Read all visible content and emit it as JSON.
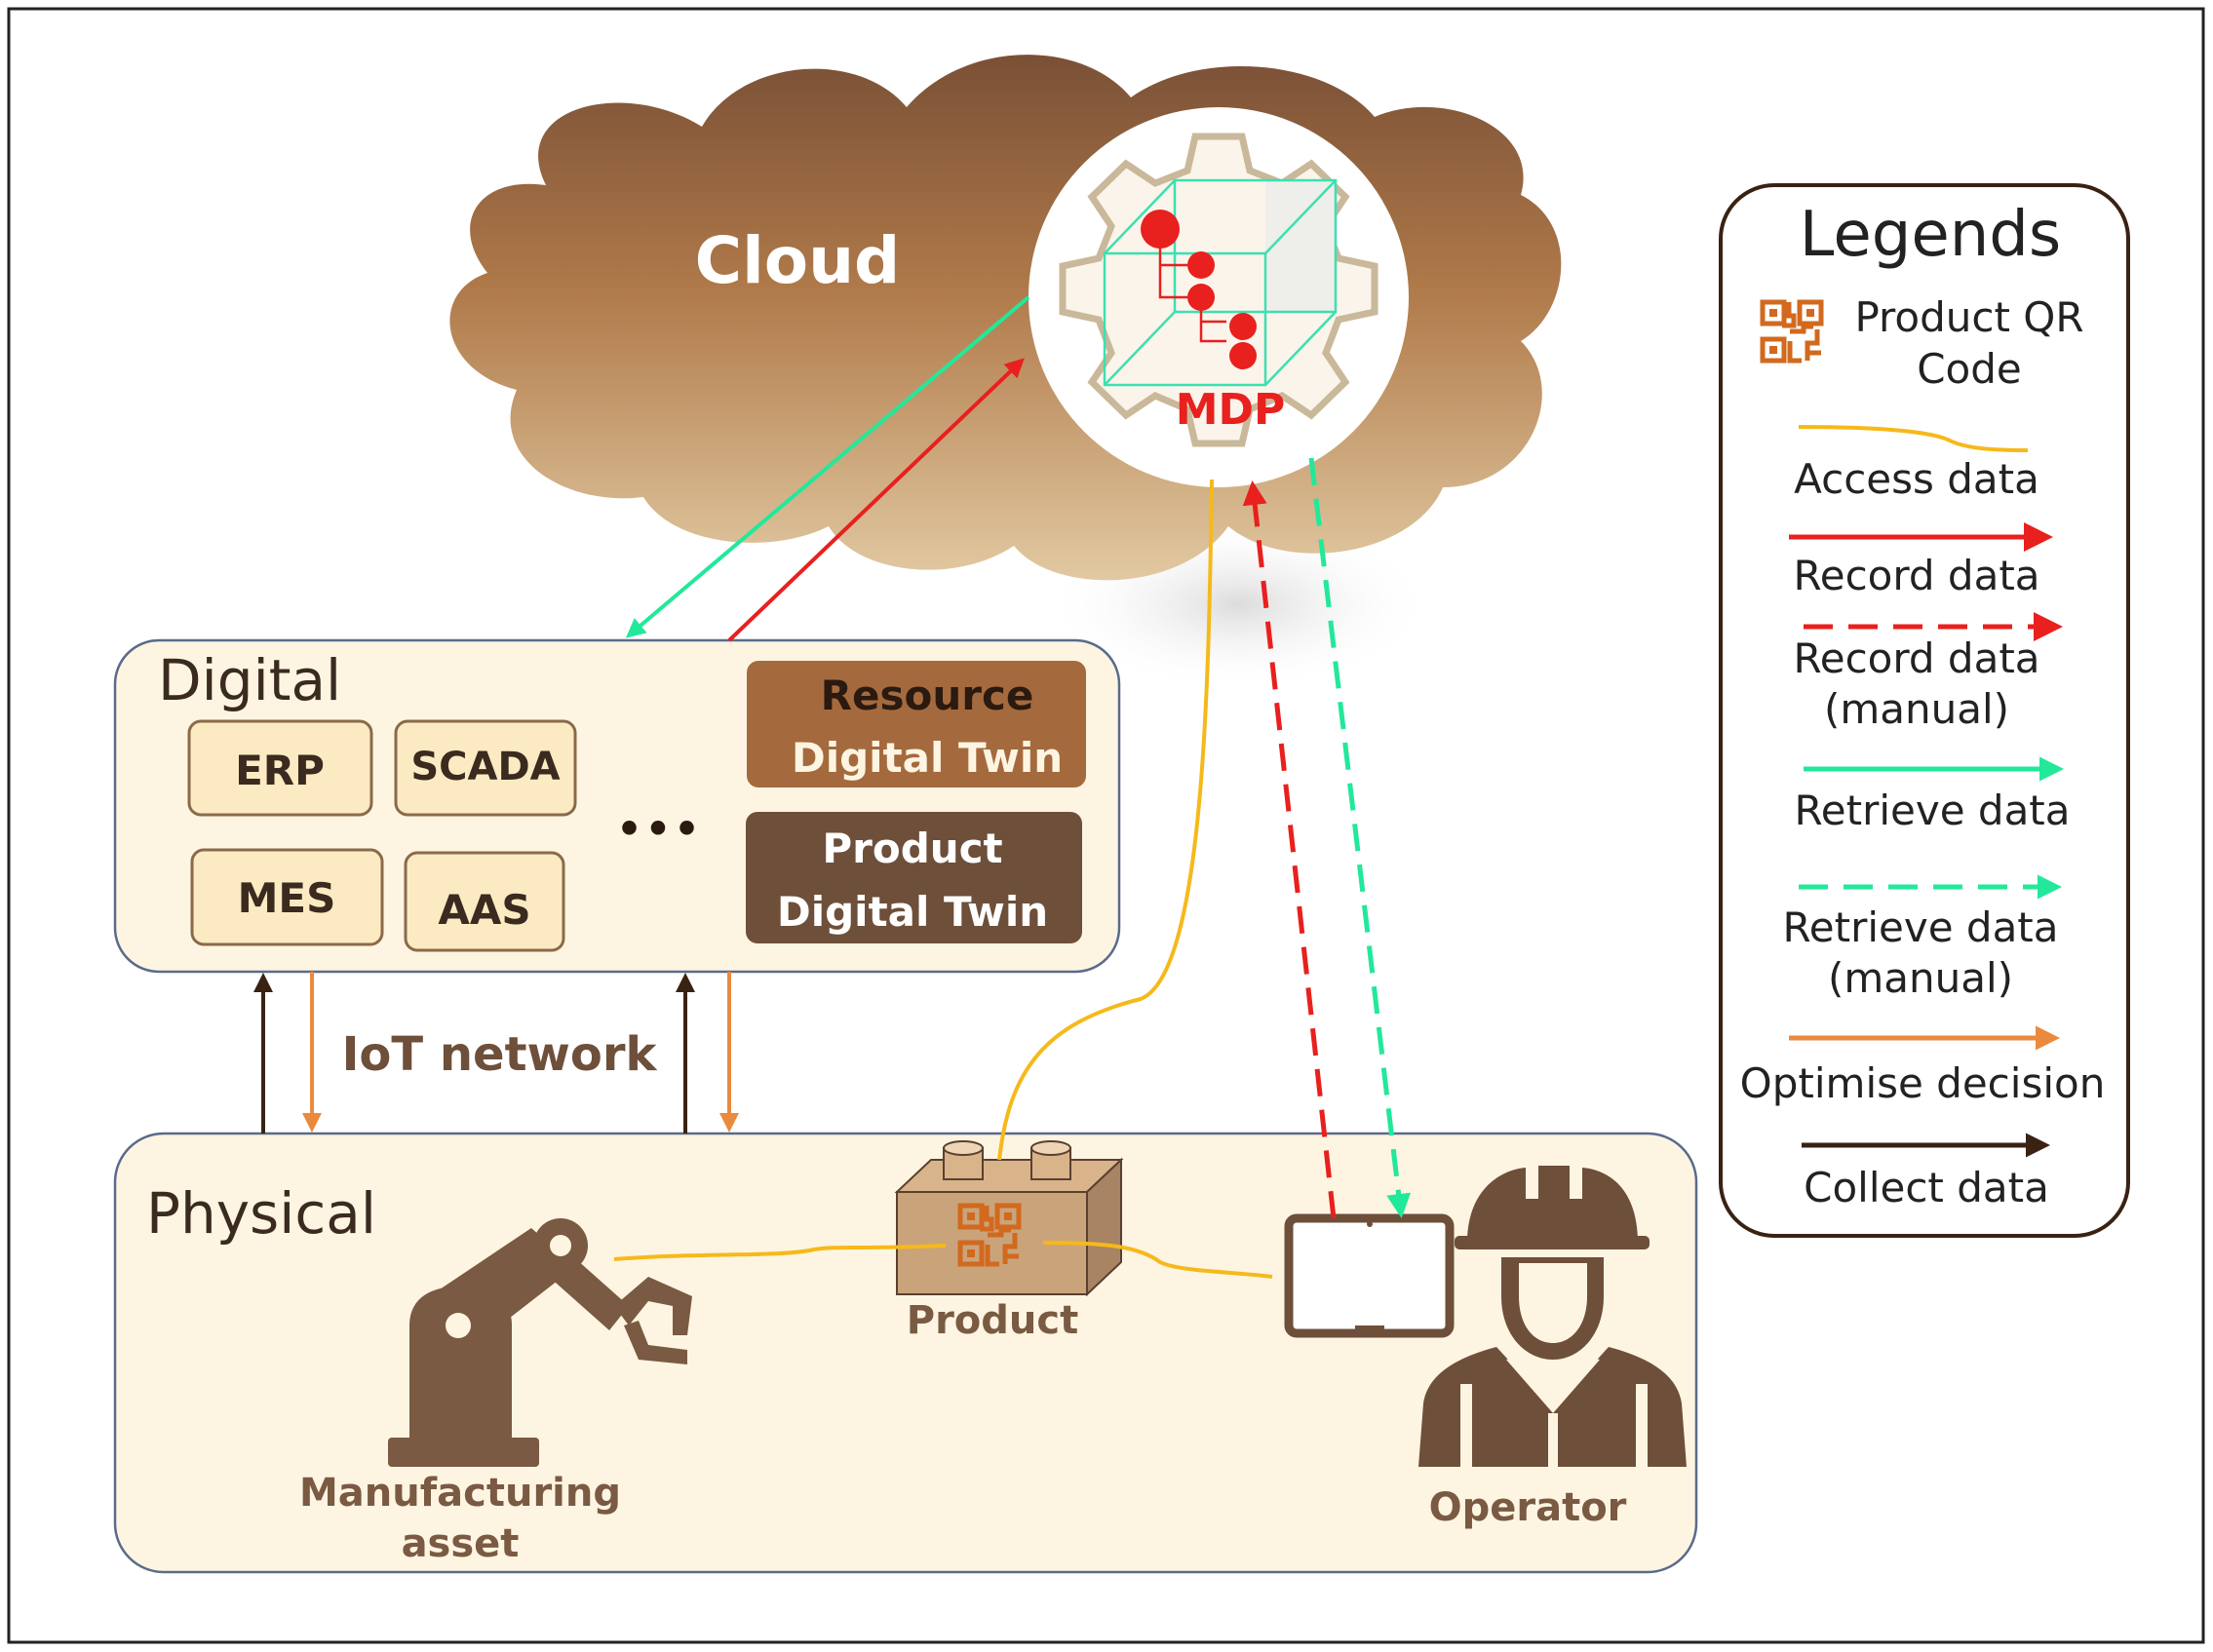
{
  "cloud": {
    "label": "Cloud",
    "platform": "MDP"
  },
  "digital": {
    "title": "Digital",
    "systems": [
      "ERP",
      "SCADA",
      "MES",
      "AAS"
    ],
    "ellipsis": "•••",
    "resource_twin": [
      "Resource",
      "Digital Twin"
    ],
    "product_twin": [
      "Product",
      "Digital Twin"
    ]
  },
  "network": {
    "label": "IoT network"
  },
  "physical": {
    "title": "Physical",
    "asset_label": [
      "Manufacturing",
      "asset"
    ],
    "product_label": "Product",
    "operator_label": "Operator"
  },
  "legend": {
    "title": "Legends",
    "qr_label": [
      "Product QR",
      "Code"
    ],
    "access": "Access data",
    "record": "Record data",
    "record_manual": [
      "Record data",
      "(manual)"
    ],
    "retrieve": "Retrieve data",
    "retrieve_manual": [
      "Retrieve data",
      "(manual)"
    ],
    "optimise": "Optimise decision",
    "collect": "Collect data"
  },
  "colors": {
    "record": "#e8201e",
    "retrieve": "#22e89a",
    "access": "#f6b91b",
    "optimise": "#ea8a3e",
    "collect": "#3a2213",
    "brown": "#7a5a42",
    "brown_dark": "#6e4f3a",
    "brown_resource": "#a46a3e",
    "panel": "#fdf5e2",
    "box": "#fcebc2",
    "qr": "#d2691e"
  }
}
